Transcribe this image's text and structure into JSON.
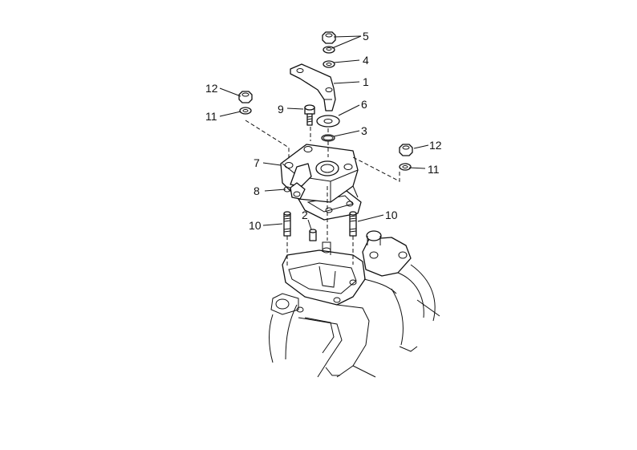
{
  "diagram": {
    "callouts": [
      {
        "id": "c5",
        "label": "5"
      },
      {
        "id": "c4",
        "label": "4"
      },
      {
        "id": "c1",
        "label": "1"
      },
      {
        "id": "c12a",
        "label": "12"
      },
      {
        "id": "c11a",
        "label": "11"
      },
      {
        "id": "c9",
        "label": "9"
      },
      {
        "id": "c6",
        "label": "6"
      },
      {
        "id": "c3",
        "label": "3"
      },
      {
        "id": "c12b",
        "label": "12"
      },
      {
        "id": "c11b",
        "label": "11"
      },
      {
        "id": "c7",
        "label": "7"
      },
      {
        "id": "c8",
        "label": "8"
      },
      {
        "id": "c2",
        "label": "2"
      },
      {
        "id": "c10a",
        "label": "10"
      },
      {
        "id": "c10b",
        "label": "10"
      }
    ]
  }
}
